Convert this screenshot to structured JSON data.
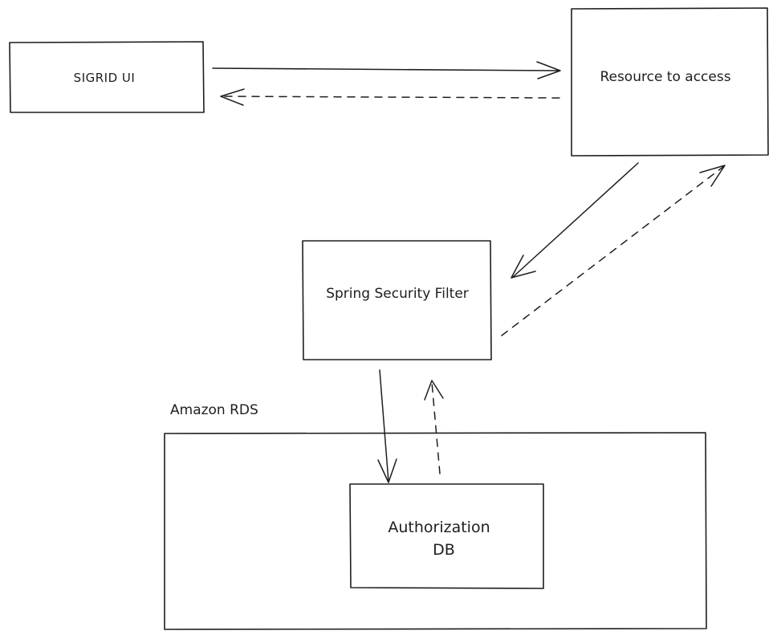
{
  "nodes": {
    "sigrid_ui": {
      "label": "SIGRID UI"
    },
    "resource": {
      "label": "Resource to access"
    },
    "spring_filter": {
      "label": "Spring Security Filter"
    },
    "auth_db": {
      "label_line1": "Authorization",
      "label_line2": "DB"
    }
  },
  "groups": {
    "amazon_rds": {
      "label": "Amazon RDS"
    }
  }
}
